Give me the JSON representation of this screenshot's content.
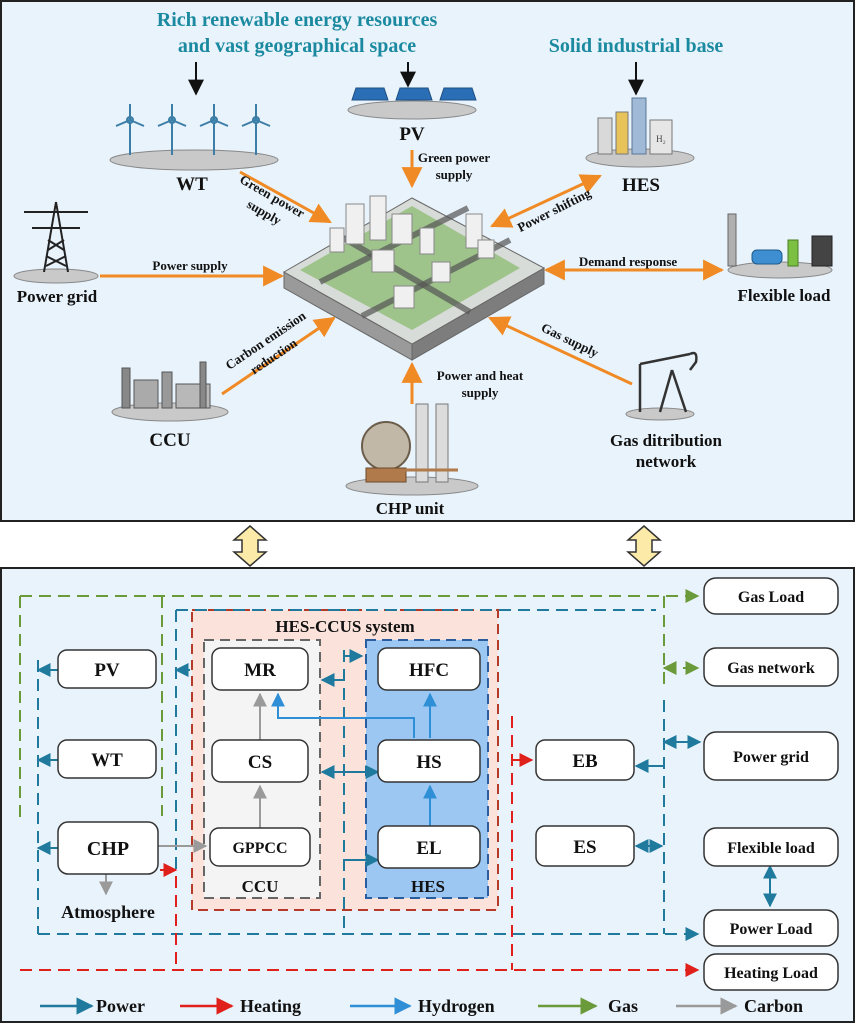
{
  "top": {
    "headline_left_1": "Rich renewable energy resources",
    "headline_left_2": "and vast geographical space",
    "headline_right": "Solid industrial base",
    "nodes": {
      "wt": "WT",
      "pv": "PV",
      "hes": "HES",
      "power_grid": "Power grid",
      "flexible_load": "Flexible load",
      "ccu": "CCU",
      "chp_unit": "CHP unit",
      "gas_network_1": "Gas ditribution",
      "gas_network_2": "network"
    },
    "links": {
      "wt_1": "Green power",
      "wt_2": "supply",
      "pv_1": "Green power",
      "pv_2": "supply",
      "hes": "Power shifting",
      "grid": "Power supply",
      "flex": "Demand response",
      "ccu_1": "Carbon emission",
      "ccu_2": "reduction",
      "chp_1": "Power and heat",
      "chp_2": "supply",
      "gas": "Gas supply"
    }
  },
  "bottom": {
    "group_hes_ccus": "HES-CCUS system",
    "group_ccu": "CCU",
    "group_hes": "HES",
    "nodes": {
      "pv": "PV",
      "wt": "WT",
      "chp": "CHP",
      "atmosphere": "Atmosphere",
      "mr": "MR",
      "cs": "CS",
      "gppcc": "GPPCC",
      "hfc": "HFC",
      "hs": "HS",
      "el": "EL",
      "eb": "EB",
      "es": "ES",
      "gas_load": "Gas Load",
      "gas_network": "Gas network",
      "power_grid": "Power grid",
      "flexible_load": "Flexible load",
      "power_load": "Power Load",
      "heating_load": "Heating Load"
    },
    "legend": [
      {
        "label": "Power",
        "color": "#1f7a9e"
      },
      {
        "label": "Heating",
        "color": "#e0201b"
      },
      {
        "label": "Hydrogen",
        "color": "#2f8fd6"
      },
      {
        "label": "Gas",
        "color": "#6b9a3a"
      },
      {
        "label": "Carbon",
        "color": "#9a9a9a"
      }
    ]
  },
  "colors": {
    "panel_bg": "#e9f3fb",
    "headline": "#1b8aa0",
    "orange_arrow": "#f08a24",
    "power": "#1f7a9e",
    "heating": "#e0201b",
    "hydrogen": "#2f8fd6",
    "gas": "#6b9a3a",
    "carbon": "#9a9a9a"
  }
}
